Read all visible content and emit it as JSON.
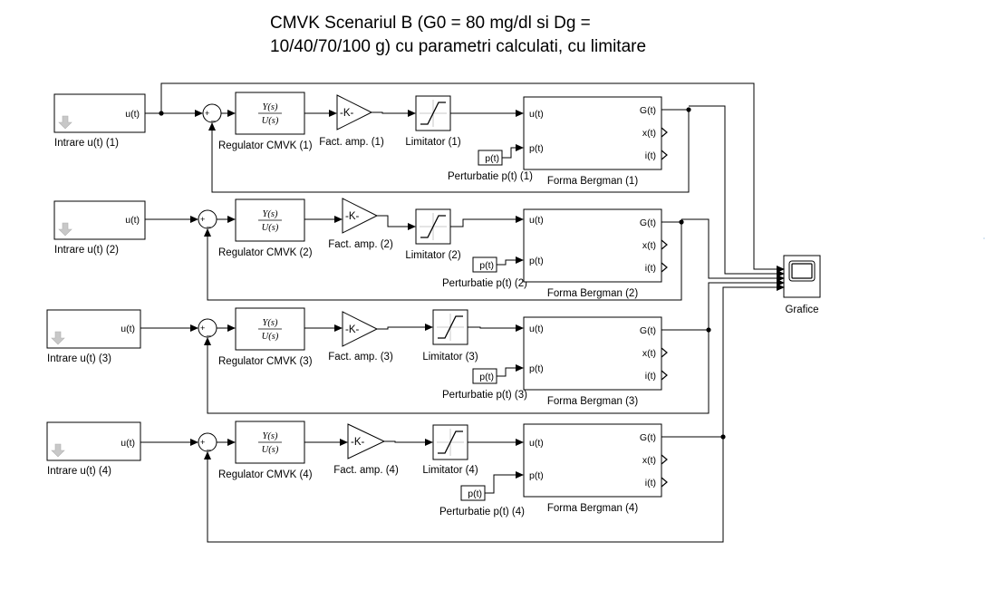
{
  "title": {
    "line1": "CMVK Scenariul B (G0 = 80 mg/dl si Dg =",
    "line2": "10/40/70/100 g) cu parametri calculati, cu limitare"
  },
  "rows": [
    {
      "source_label": "Intrare u(t) (1)",
      "source_port": "u(t)",
      "controller_label": "Regulator CMVK (1)",
      "tf_num": "Y(s)",
      "tf_den": "U(s)",
      "gain_text": "-K-",
      "gain_label": "Fact. amp. (1)",
      "limiter_label": "Limitator (1)",
      "disturbance_port": "p(t)",
      "disturbance_label": "Perturbatie p(t) (1)",
      "plant_label": "Forma Bergman (1)",
      "plant_inputs": [
        "u(t)",
        "p(t)"
      ],
      "plant_outputs": [
        "G(t)",
        "x(t)",
        "i(t)"
      ],
      "sum_signs": [
        "+",
        "_"
      ]
    },
    {
      "source_label": "Intrare u(t) (2)",
      "source_port": "u(t)",
      "controller_label": "Regulator CMVK (2)",
      "tf_num": "Y(s)",
      "tf_den": "U(s)",
      "gain_text": "-K-",
      "gain_label": "Fact. amp. (2)",
      "limiter_label": "Limitator (2)",
      "disturbance_port": "p(t)",
      "disturbance_label": "Perturbatie p(t) (2)",
      "plant_label": "Forma Bergman (2)",
      "plant_inputs": [
        "u(t)",
        "p(t)"
      ],
      "plant_outputs": [
        "G(t)",
        "x(t)",
        "i(t)"
      ],
      "sum_signs": [
        "+",
        "_"
      ]
    },
    {
      "source_label": "Intrare u(t) (3)",
      "source_port": "u(t)",
      "controller_label": "Regulator CMVK (3)",
      "tf_num": "Y(s)",
      "tf_den": "U(s)",
      "gain_text": "-K-",
      "gain_label": "Fact. amp. (3)",
      "limiter_label": "Limitator (3)",
      "disturbance_port": "p(t)",
      "disturbance_label": "Perturbatie p(t) (3)",
      "plant_label": "Forma Bergman (3)",
      "plant_inputs": [
        "u(t)",
        "p(t)"
      ],
      "plant_outputs": [
        "G(t)",
        "x(t)",
        "i(t)"
      ],
      "sum_signs": [
        "+",
        "_"
      ]
    },
    {
      "source_label": "Intrare u(t) (4)",
      "source_port": "u(t)",
      "controller_label": "Regulator CMVK (4)",
      "tf_num": "Y(s)",
      "tf_den": "U(s)",
      "gain_text": "-K-",
      "gain_label": "Fact. amp. (4)",
      "limiter_label": "Limitator (4)",
      "disturbance_port": "p(t)",
      "disturbance_label": "Perturbatie p(t) (4)",
      "plant_label": "Forma Bergman (4)",
      "plant_inputs": [
        "u(t)",
        "p(t)"
      ],
      "plant_outputs": [
        "G(t)",
        "x(t)",
        "i(t)"
      ],
      "sum_signs": [
        "+",
        "_"
      ]
    }
  ],
  "scope": {
    "label": "Grafice",
    "icon": "scope-icon"
  },
  "colors": {
    "line": "#000000",
    "background": "#ffffff",
    "arrow_icon": "#c8c8c8"
  },
  "icons": {
    "source_arrow": "down-arrow-icon",
    "limiter": "saturation-icon"
  }
}
